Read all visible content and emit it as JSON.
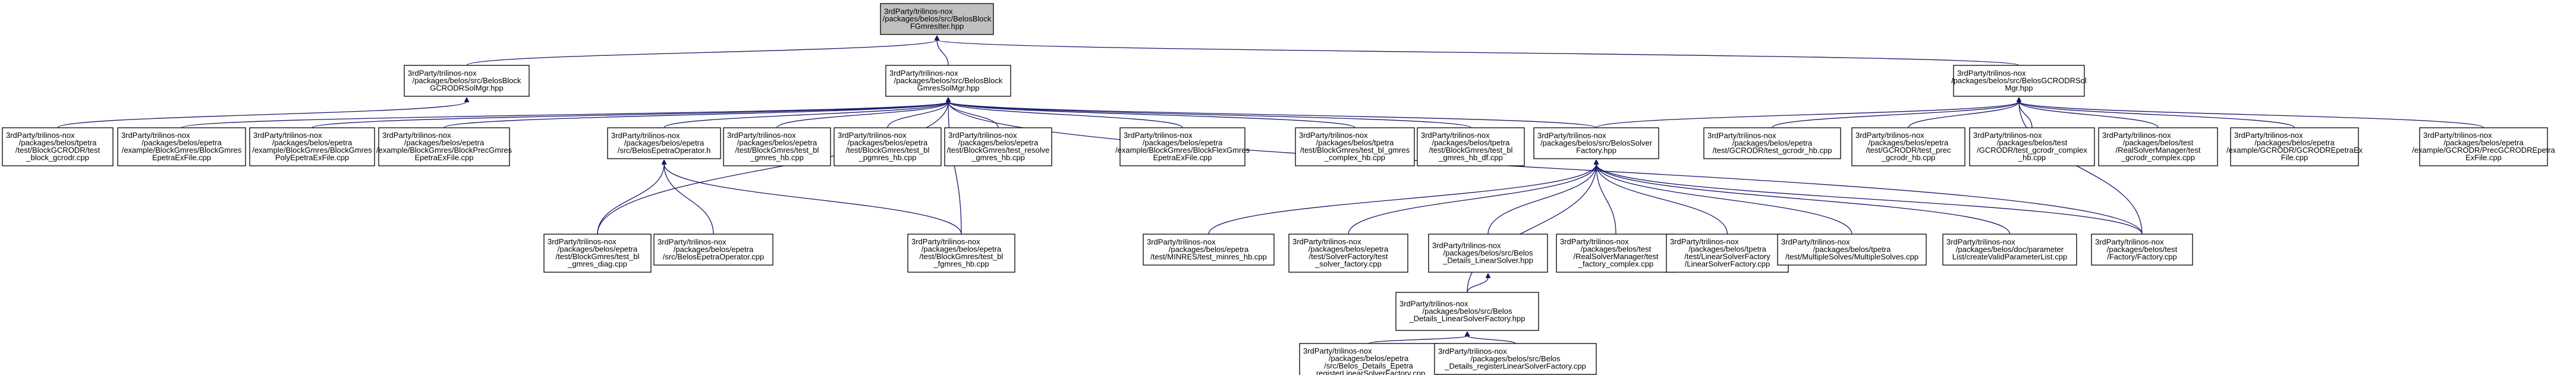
{
  "diagram": {
    "title": "",
    "nodes": [
      {
        "id": "root",
        "lines": [
          "3rdParty/trilinos-nox",
          "/packages/belos/src/BelosBlock",
          "FGmresIter.hpp"
        ],
        "root": true
      },
      {
        "id": "gcrodrsolmgr",
        "lines": [
          "3rdParty/trilinos-nox",
          "/packages/belos/src/BelosBlock",
          "GCRODRSolMgr.hpp"
        ]
      },
      {
        "id": "gmressolmgr",
        "lines": [
          "3rdParty/trilinos-nox",
          "/packages/belos/src/BelosBlock",
          "GmresSolMgr.hpp"
        ]
      },
      {
        "id": "gcrodr_solmgr2",
        "lines": [
          "3rdParty/trilinos-nox",
          "/packages/belos/src/BelosGCRODRSol",
          "Mgr.hpp"
        ]
      },
      {
        "id": "tpetra_block_gcrodr",
        "lines": [
          "3rdParty/trilinos-nox",
          "/packages/belos/tpetra",
          "/test/BlockGCRODR/test",
          "_block_gcrodr.cpp"
        ]
      },
      {
        "id": "epetra_blockgmres_ex",
        "lines": [
          "3rdParty/trilinos-nox",
          "/packages/belos/epetra",
          "/example/BlockGmres/BlockGmres",
          "EpetraExFile.cpp"
        ]
      },
      {
        "id": "epetra_pseudo_ex",
        "lines": [
          "3rdParty/trilinos-nox",
          "/packages/belos/epetra",
          "/example/BlockGmres/BlockGmres",
          "PolyEpetraExFile.cpp"
        ]
      },
      {
        "id": "epetra_prec_ex",
        "lines": [
          "3rdParty/trilinos-nox",
          "/packages/belos/epetra",
          "/example/BlockGmres/BlockPrecGmres",
          "EpetraExFile.cpp"
        ]
      },
      {
        "id": "epetra_operator_h",
        "lines": [
          "3rdParty/trilinos-nox",
          "/packages/belos/epetra",
          "/src/BelosEpetraOperator.h"
        ]
      },
      {
        "id": "test_bl_gmres_hb",
        "lines": [
          "3rdParty/trilinos-nox",
          "/packages/belos/epetra",
          "/test/BlockGmres/test_bl",
          "_gmres_hb.cpp"
        ]
      },
      {
        "id": "test_bl_pgmres_hb",
        "lines": [
          "3rdParty/trilinos-nox",
          "/packages/belos/epetra",
          "/test/BlockGmres/test_bl",
          "_pgmres_hb.cpp"
        ]
      },
      {
        "id": "test_resolve_gmres",
        "lines": [
          "3rdParty/trilinos-nox",
          "/packages/belos/epetra",
          "/test/BlockGmres/test_resolve",
          "_gmres_hb.cpp"
        ]
      },
      {
        "id": "blockflex_ex",
        "lines": [
          "3rdParty/trilinos-nox",
          "/packages/belos/epetra",
          "/example/BlockGmres/BlockFlexGmres",
          "EpetraExFile.cpp"
        ]
      },
      {
        "id": "tpetra_bl_gmres_complex",
        "lines": [
          "3rdParty/trilinos-nox",
          "/packages/belos/tpetra",
          "/test/BlockGmres/test_bl_gmres",
          "_complex_hb.cpp"
        ]
      },
      {
        "id": "tpetra_bl_gmres_diag",
        "lines": [
          "3rdParty/trilinos-nox",
          "/packages/belos/tpetra",
          "/test/BlockGmres/test_bl",
          "_gmres_hb_df.cpp"
        ]
      },
      {
        "id": "solverfactory_hpp",
        "lines": [
          "3rdParty/trilinos-nox",
          "/packages/belos/src/BelosSolver",
          "Factory.hpp"
        ]
      },
      {
        "id": "gcrodr_hb",
        "lines": [
          "3rdParty/trilinos-nox",
          "/packages/belos/epetra",
          "/test/GCRODR/test_gcrodr_hb.cpp"
        ]
      },
      {
        "id": "gcrodr_prec_hb",
        "lines": [
          "3rdParty/trilinos-nox",
          "/packages/belos/epetra",
          "/test/GCRODR/test_prec",
          "_gcrodr_hb.cpp"
        ]
      },
      {
        "id": "gcrodr_complex_hb",
        "lines": [
          "3rdParty/trilinos-nox",
          "/packages/belos/test",
          "/GCRODR/test_gcrodr_complex",
          "_hb.cpp"
        ]
      },
      {
        "id": "realsolvermanager_complex",
        "lines": [
          "3rdParty/trilinos-nox",
          "/packages/belos/test",
          "/RealSolverManager/test",
          "_gcrodr_complex.cpp"
        ]
      },
      {
        "id": "gcrodr_epetra_ex",
        "lines": [
          "3rdParty/trilinos-nox",
          "/packages/belos/epetra",
          "/example/GCRODR/GCRODREpetraEx",
          "File.cpp"
        ]
      },
      {
        "id": "prec_gcrodr_epetra_ex",
        "lines": [
          "3rdParty/trilinos-nox",
          "/packages/belos/epetra",
          "/example/GCRODR/PrecGCRODREpetra",
          "ExFile.cpp"
        ]
      },
      {
        "id": "block_gmres_diag",
        "lines": [
          "3rdParty/trilinos-nox",
          "/packages/belos/epetra",
          "/test/BlockGmres/test_bl",
          "_gmres_diag.cpp"
        ]
      },
      {
        "id": "epetra_operator_cpp",
        "lines": [
          "3rdParty/trilinos-nox",
          "/packages/belos/epetra",
          "/src/BelosEpetraOperator.cpp"
        ]
      },
      {
        "id": "test_bl_fgmres_hb",
        "lines": [
          "3rdParty/trilinos-nox",
          "/packages/belos/epetra",
          "/test/BlockGmres/test_bl",
          "_fgmres_hb.cpp"
        ]
      },
      {
        "id": "minres_hb",
        "lines": [
          "3rdParty/trilinos-nox",
          "/packages/belos/epetra",
          "/test/MINRES/test_minres_hb.cpp"
        ]
      },
      {
        "id": "solverfactory_test",
        "lines": [
          "3rdParty/trilinos-nox",
          "/packages/belos/epetra",
          "/test/SolverFactory/test",
          "_solver_factory.cpp"
        ]
      },
      {
        "id": "details_linearsolver",
        "lines": [
          "3rdParty/trilinos-nox",
          "/packages/belos/src/Belos",
          "_Details_LinearSolver.hpp"
        ]
      },
      {
        "id": "realsolvermanager_factory",
        "lines": [
          "3rdParty/trilinos-nox",
          "/packages/belos/test",
          "/RealSolverManager/test",
          "_factory_complex.cpp"
        ]
      },
      {
        "id": "tpetra_linearsolverfactory",
        "lines": [
          "3rdParty/trilinos-nox",
          "/packages/belos/tpetra",
          "/test/LinearSolverFactory",
          "/LinearSolverFactory.cpp"
        ]
      },
      {
        "id": "multiplesolves",
        "lines": [
          "3rdParty/trilinos-nox",
          "/packages/belos/tpetra",
          "/test/MultipleSolves/MultipleSolves.cpp"
        ]
      },
      {
        "id": "createvalidparam",
        "lines": [
          "3rdParty/trilinos-nox",
          "/packages/belos/doc/parameter",
          "List/createValidParameterList.cpp"
        ]
      },
      {
        "id": "factory_cpp",
        "lines": [
          "3rdParty/trilinos-nox",
          "/packages/belos/test",
          "/Factory/Factory.cpp"
        ]
      },
      {
        "id": "details_linearsolverfactory",
        "lines": [
          "3rdParty/trilinos-nox",
          "/packages/belos/src/Belos",
          "_Details_LinearSolverFactory.hpp"
        ]
      },
      {
        "id": "epetra_register",
        "lines": [
          "3rdParty/trilinos-nox",
          "/packages/belos/epetra",
          "/src/Belos_Details_Epetra",
          "_registerLinearSolverFactory.cpp"
        ]
      },
      {
        "id": "register_cpp",
        "lines": [
          "3rdParty/trilinos-nox",
          "/packages/belos/src/Belos",
          "_Details_registerLinearSolverFactory.cpp"
        ]
      }
    ]
  }
}
